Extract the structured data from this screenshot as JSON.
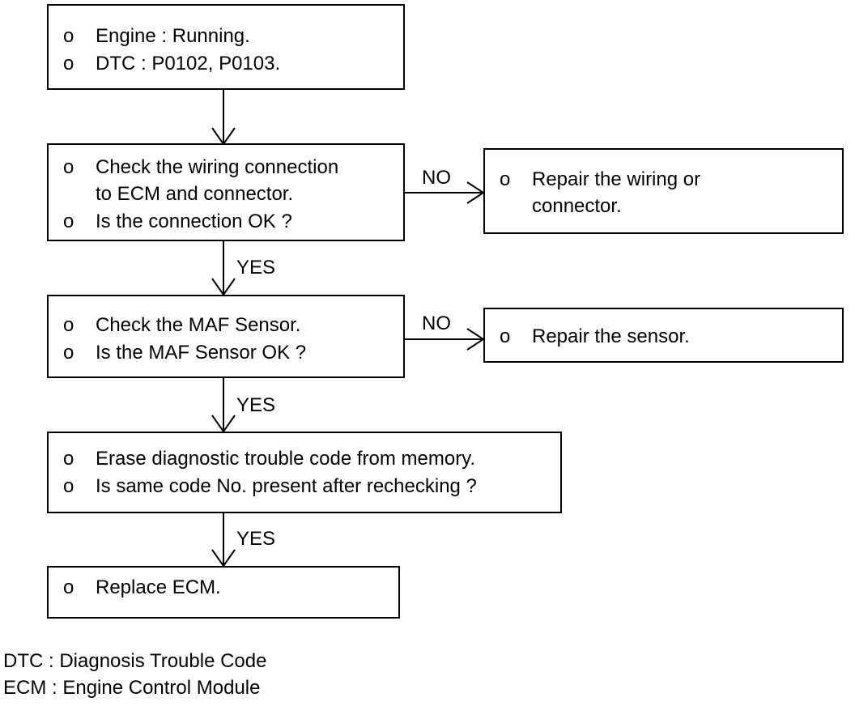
{
  "bullet": "o",
  "boxes": {
    "start": {
      "lines": [
        "Engine : Running.",
        "DTC : P0102, P0103."
      ]
    },
    "wiring": {
      "lines": [
        "Check the wiring connection",
        "to ECM and connector.",
        "Is the connection OK ?"
      ]
    },
    "repair_wiring": {
      "lines": [
        "Repair the wiring or",
        "connector."
      ]
    },
    "maf": {
      "lines": [
        "Check the MAF Sensor.",
        "Is the MAF Sensor OK ?"
      ]
    },
    "repair_sensor": {
      "lines": [
        "Repair the sensor."
      ]
    },
    "erase": {
      "lines": [
        "Erase diagnostic trouble code from memory.",
        "Is same code No. present after rechecking ?"
      ]
    },
    "replace": {
      "lines": [
        "Replace ECM."
      ]
    }
  },
  "labels": {
    "no": "NO",
    "yes": "YES"
  },
  "legend": [
    "DTC : Diagnosis Trouble Code",
    "ECM : Engine Control Module"
  ]
}
